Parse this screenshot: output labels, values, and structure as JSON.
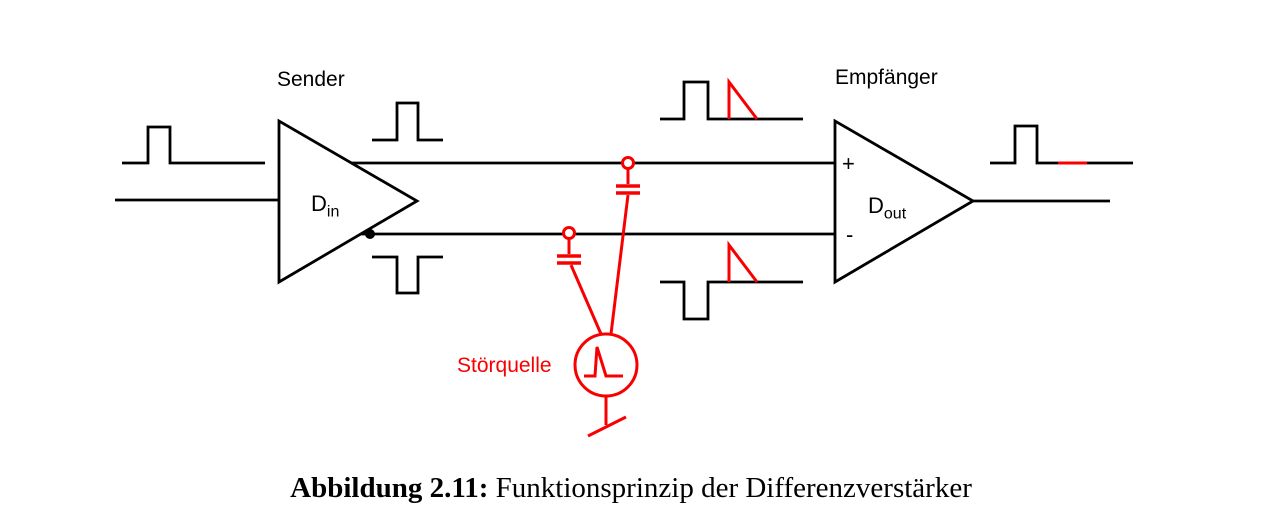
{
  "diagram": {
    "sender": {
      "title": "Sender",
      "gate_main": "D",
      "gate_sub": "in"
    },
    "receiver": {
      "title": "Empfänger",
      "gate_main": "D",
      "gate_sub": "out",
      "plus_input": "+",
      "minus_input": "-"
    },
    "noise_source": {
      "label": "Störquelle"
    }
  },
  "caption": {
    "prefix": "Abbildung 2.11:",
    "text": " Funktionsprinzip der Differenzverstärker"
  },
  "colors": {
    "signal": "#000000",
    "noise": "#f90000",
    "background": "#ffffff"
  }
}
